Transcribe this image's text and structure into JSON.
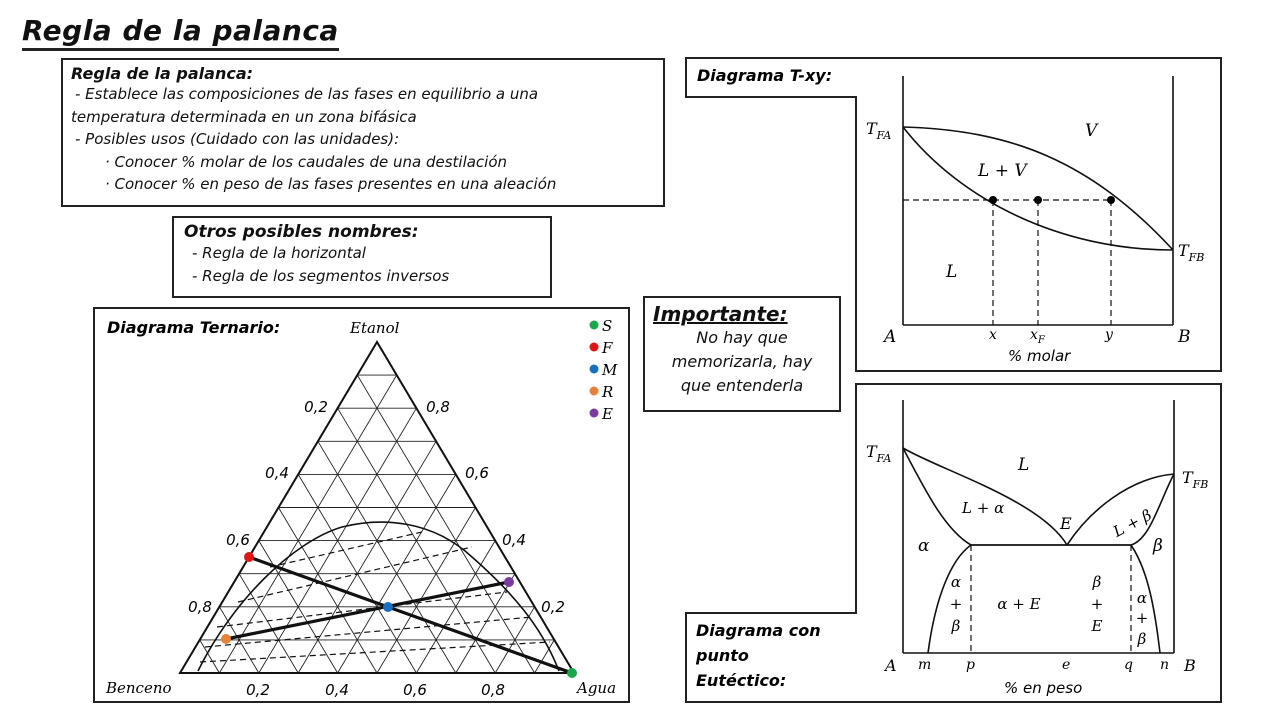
{
  "title": "Regla de la palanca",
  "lever_rule": {
    "heading": "Regla de la palanca:",
    "lines": [
      " - Establece las composiciones de las fases en equilibrio a una",
      "temperatura determinada en un zona bifásica",
      " - Posibles usos (Cuidado con las unidades):",
      "· Conocer % molar de los caudales de una destilación",
      "· Conocer % en peso de las fases presentes en una aleación"
    ]
  },
  "other_names": {
    "heading": "Otros posibles nombres:",
    "items": [
      "- Regla de la horizontal",
      "- Regla de los segmentos inversos"
    ]
  },
  "important": {
    "heading": "Importante:",
    "lines": [
      "No hay que",
      "memorizarla, hay",
      "que entenderla"
    ]
  },
  "ternary": {
    "heading": "Diagrama Ternario:",
    "top": "Etanol",
    "left": "Benceno",
    "right": "Agua",
    "bottom_ticks": [
      "0,2",
      "0,4",
      "0,6",
      "0,8"
    ],
    "left_ticks": [
      "0,2",
      "0,4",
      "0,6",
      "0,8"
    ],
    "right_ticks": [
      "0,8",
      "0,6",
      "0,4",
      "0,2"
    ],
    "legend": [
      {
        "label": "S",
        "color": "#1aa64a"
      },
      {
        "label": "F",
        "color": "#e01414"
      },
      {
        "label": "M",
        "color": "#1a6fc0"
      },
      {
        "label": "R",
        "color": "#e8823a"
      },
      {
        "label": "E",
        "color": "#7a3aa0"
      }
    ]
  },
  "txy": {
    "heading": "Diagrama T-xy:",
    "tfa": "T",
    "tfa_sub": "FA",
    "tfb": "T",
    "tfb_sub": "FB",
    "v": "V",
    "lv": "L + V",
    "l": "L",
    "a": "A",
    "b": "B",
    "x": "x",
    "xf": "x",
    "xf_sub": "F",
    "y": "y",
    "axis": "% molar"
  },
  "eutectic": {
    "heading_lines": [
      "Diagrama con",
      "punto",
      "Eutéctico:"
    ],
    "tfa": "T",
    "tfa_sub": "FA",
    "tfb": "T",
    "tfb_sub": "FB",
    "l": "L",
    "la": "L + α",
    "lb": "L + β",
    "e": "E",
    "alpha": "α",
    "beta": "β",
    "a_plus_b_1": "α",
    "a_plus_b_2": "+",
    "a_plus_b_3": "β",
    "ae": "α + E",
    "be1": "β",
    "be2": "+",
    "be3": "E",
    "ab2_1": "α",
    "ab2_2": "+",
    "ab2_3": "β",
    "a": "A",
    "m": "m",
    "p": "p",
    "ee": "e",
    "q": "q",
    "n": "n",
    "b": "B",
    "axis": "% en peso"
  }
}
